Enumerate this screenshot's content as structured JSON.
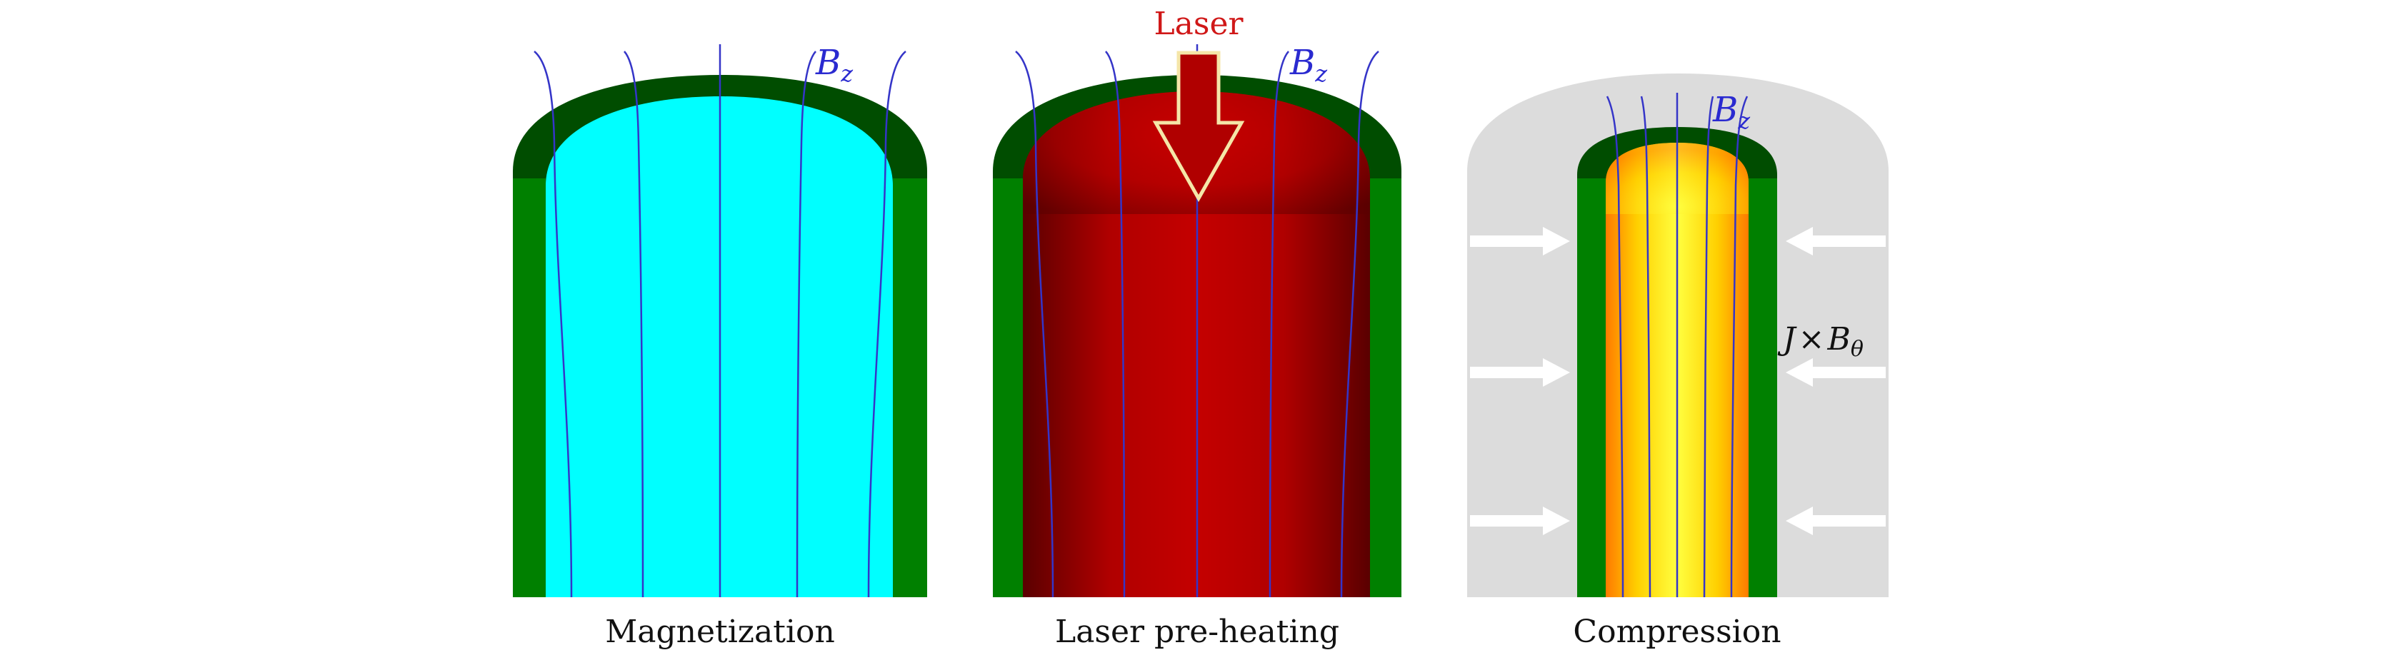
{
  "panels": [
    {
      "caption": "Magnetization",
      "field_label": "B",
      "field_sub": "z"
    },
    {
      "caption": "Laser pre-heating",
      "field_label": "B",
      "field_sub": "z",
      "arrow_label": "Laser"
    },
    {
      "caption": "Compression",
      "field_label": "B",
      "field_sub": "z",
      "force_label": "J",
      "force_op": "×",
      "force_b": "B",
      "force_sub": "θ"
    }
  ],
  "colors": {
    "shell_green": "#008000",
    "cap_dark_green": "#004d00",
    "fuel_cyan": "#00ffff",
    "fuel_red": "#b00000",
    "fuel_yellow": "#ffff33",
    "fuel_orange": "#ff8800",
    "field_lines": "#3535c8",
    "plasma_gray": "#dcdcdc",
    "laser_text": "#d01818"
  }
}
